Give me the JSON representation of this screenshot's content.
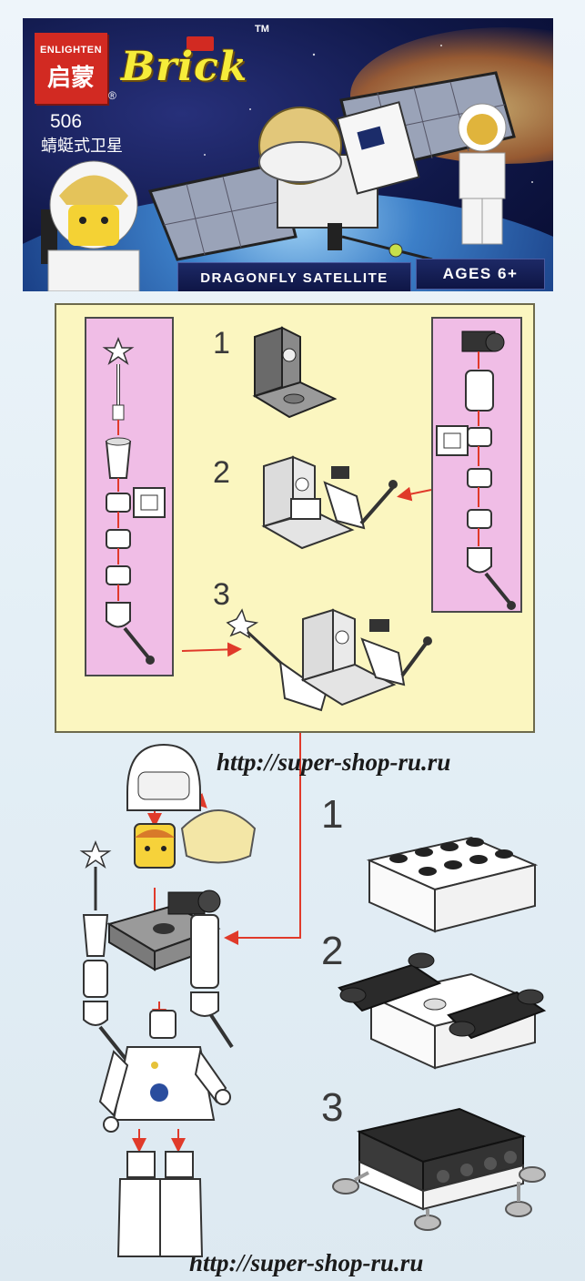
{
  "header": {
    "brand_en": "ENLIGHTEN",
    "brand_cn": "启蒙",
    "brand_name": "Brick",
    "trademark": "TM",
    "registered": "®",
    "set_number": "506",
    "set_name_cn": "蜻蜓式卫星",
    "product_title": "Dragonfly Satellite",
    "age_label": "Ages 6+"
  },
  "colors": {
    "header_bg": "#101849",
    "panel_bg": "#fbf6c0",
    "pink_strip": "#f0bde6",
    "arrow": "#e03a2a",
    "brand_red": "#d22a22",
    "brand_yellow": "#f6ec3a"
  },
  "steps_top": [
    "1",
    "2",
    "3"
  ],
  "steps_bottom": [
    "1",
    "2",
    "3"
  ],
  "watermarks": {
    "url_1": "http://super-shop-ru.ru",
    "url_2": "http://super-shop-ru.ru"
  }
}
